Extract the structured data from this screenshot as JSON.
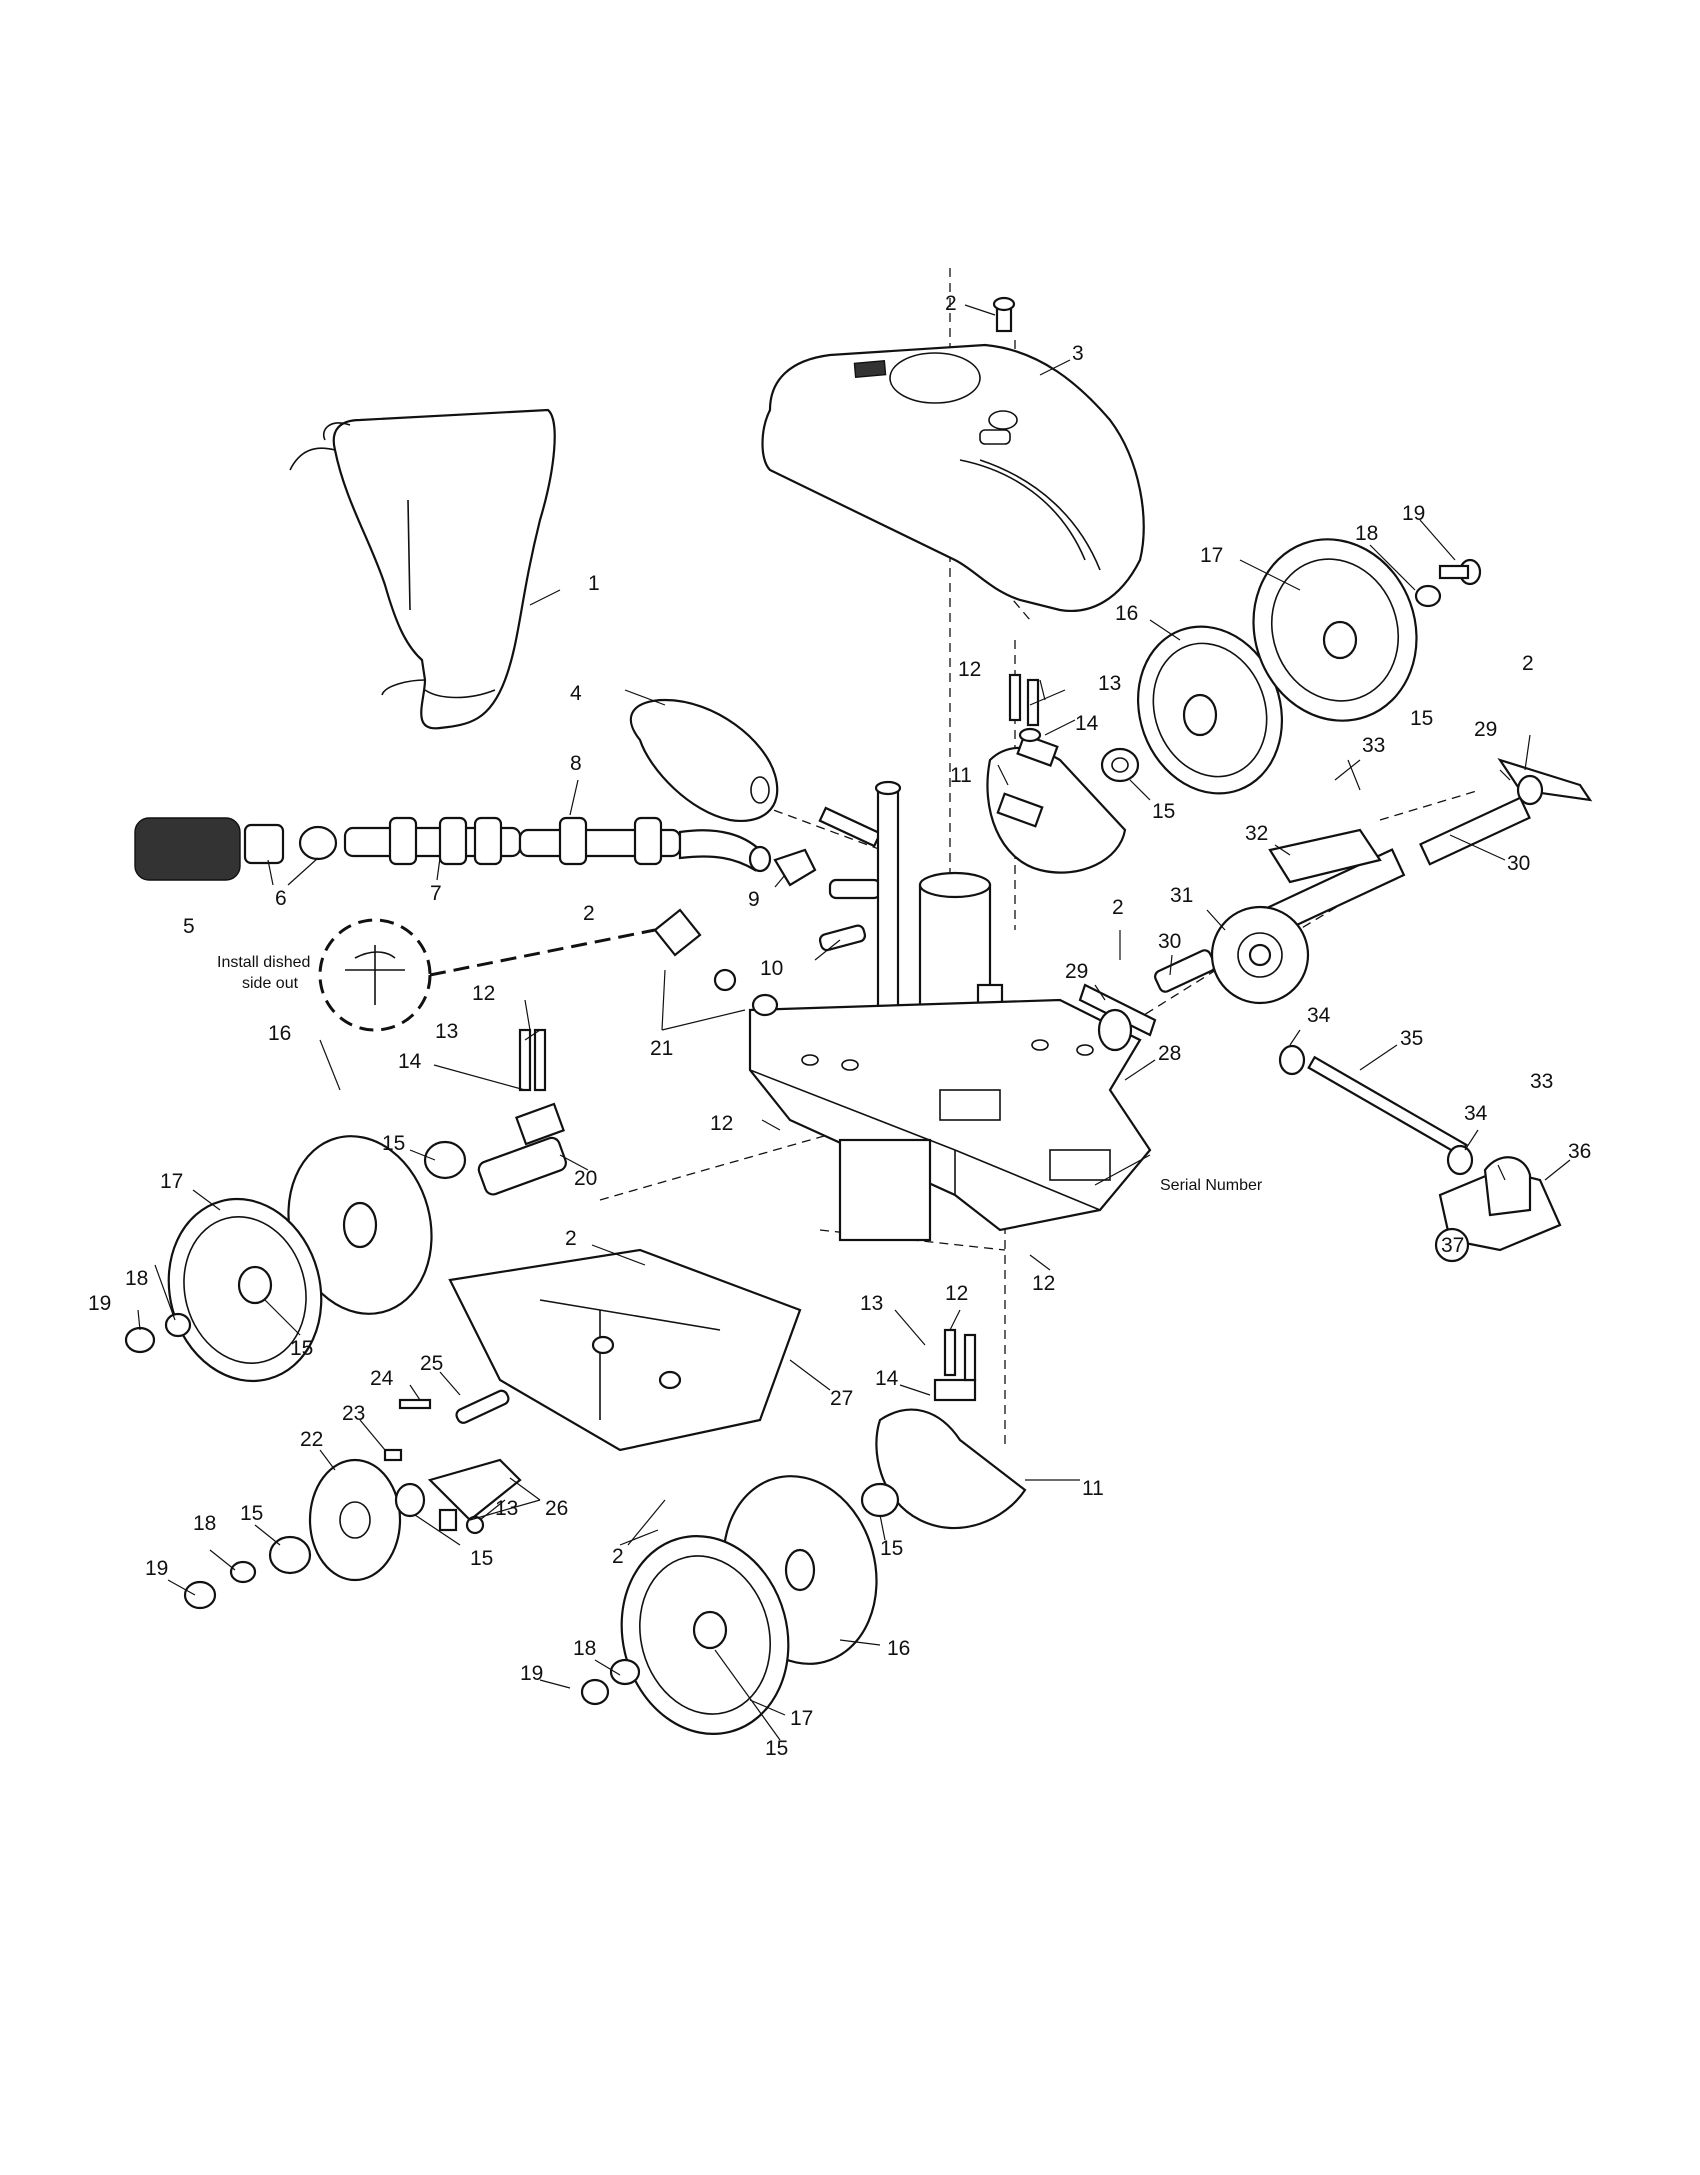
{
  "diagram": {
    "callout_labels": [
      {
        "id": "c1",
        "text": "1"
      },
      {
        "id": "c2a",
        "text": "2"
      },
      {
        "id": "c3",
        "text": "3"
      },
      {
        "id": "c19a",
        "text": "19"
      },
      {
        "id": "c18a",
        "text": "18"
      },
      {
        "id": "c17a",
        "text": "17"
      },
      {
        "id": "c16a",
        "text": "16"
      },
      {
        "id": "c15a",
        "text": "15"
      },
      {
        "id": "c2b",
        "text": "2"
      },
      {
        "id": "c29a",
        "text": "29"
      },
      {
        "id": "c12a",
        "text": "12"
      },
      {
        "id": "c13a",
        "text": "13"
      },
      {
        "id": "c14a",
        "text": "14"
      },
      {
        "id": "c11a",
        "text": "11"
      },
      {
        "id": "c15b",
        "text": "15"
      },
      {
        "id": "c33a",
        "text": "33"
      },
      {
        "id": "c4",
        "text": "4"
      },
      {
        "id": "c8",
        "text": "8"
      },
      {
        "id": "c5",
        "text": "5"
      },
      {
        "id": "c6",
        "text": "6"
      },
      {
        "id": "c7",
        "text": "7"
      },
      {
        "id": "c9",
        "text": "9"
      },
      {
        "id": "c32",
        "text": "32"
      },
      {
        "id": "c30a",
        "text": "30"
      },
      {
        "id": "c2c",
        "text": "2"
      },
      {
        "id": "c10",
        "text": "10"
      },
      {
        "id": "c31",
        "text": "31"
      },
      {
        "id": "c2d",
        "text": "2"
      },
      {
        "id": "c30b",
        "text": "30"
      },
      {
        "id": "c29b",
        "text": "29"
      },
      {
        "id": "c12b",
        "text": "12"
      },
      {
        "id": "c13b",
        "text": "13"
      },
      {
        "id": "c21",
        "text": "21"
      },
      {
        "id": "c34a",
        "text": "34"
      },
      {
        "id": "c35",
        "text": "35"
      },
      {
        "id": "c14b",
        "text": "14"
      },
      {
        "id": "c28",
        "text": "28"
      },
      {
        "id": "c33b",
        "text": "33"
      },
      {
        "id": "c34b",
        "text": "34"
      },
      {
        "id": "c36",
        "text": "36"
      },
      {
        "id": "c16b",
        "text": "16"
      },
      {
        "id": "c15c",
        "text": "15"
      },
      {
        "id": "c20",
        "text": "20"
      },
      {
        "id": "c12c",
        "text": "12"
      },
      {
        "id": "c17b",
        "text": "17"
      },
      {
        "id": "c37",
        "text": "37"
      },
      {
        "id": "c18b",
        "text": "18"
      },
      {
        "id": "c19b",
        "text": "19"
      },
      {
        "id": "c15d",
        "text": "15"
      },
      {
        "id": "c2e",
        "text": "2"
      },
      {
        "id": "c12d",
        "text": "12"
      },
      {
        "id": "c13c",
        "text": "13"
      },
      {
        "id": "c12e",
        "text": "12"
      },
      {
        "id": "c14c",
        "text": "14"
      },
      {
        "id": "c27",
        "text": "27"
      },
      {
        "id": "c24",
        "text": "24"
      },
      {
        "id": "c25",
        "text": "25"
      },
      {
        "id": "c23",
        "text": "23"
      },
      {
        "id": "c22",
        "text": "22"
      },
      {
        "id": "c13d",
        "text": "13"
      },
      {
        "id": "c26",
        "text": "26"
      },
      {
        "id": "c11b",
        "text": "11"
      },
      {
        "id": "c15e",
        "text": "15"
      },
      {
        "id": "c18c",
        "text": "18"
      },
      {
        "id": "c19c",
        "text": "19"
      },
      {
        "id": "c15f",
        "text": "15"
      },
      {
        "id": "c2f",
        "text": "2"
      },
      {
        "id": "c15g",
        "text": "15"
      },
      {
        "id": "c16c",
        "text": "16"
      },
      {
        "id": "c18d",
        "text": "18"
      },
      {
        "id": "c19d",
        "text": "19"
      },
      {
        "id": "c17c",
        "text": "17"
      },
      {
        "id": "c15h",
        "text": "15"
      }
    ],
    "notes": {
      "install_line1": "Install dished",
      "install_line2": "side out",
      "serial_number": "Serial Number"
    }
  }
}
